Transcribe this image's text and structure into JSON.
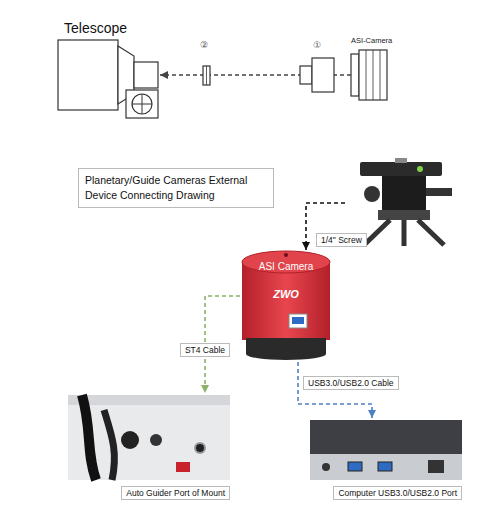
{
  "diagram": {
    "title": "Planetary/Guide Cameras External Device Connecting Drawing",
    "nodes": [
      {
        "text": [
          "Telescope"
        ]
      },
      {
        "text": [
          "ASI-Camera"
        ]
      },
      {
        "text": [
          "ASI Camera"
        ]
      },
      {
        "text": []
      },
      {
        "text": [
          "Auto Guider Port of Mount"
        ]
      },
      {
        "text": [
          "Computer USB3.0/USB2.0 Port"
        ]
      }
    ],
    "edges": [
      {
        "from": 1,
        "to": 0,
        "arrow": "to"
      },
      {
        "from": 3,
        "to": 2,
        "label": "1/4\" Screw",
        "arrow": "to"
      },
      {
        "from": 2,
        "to": 4,
        "label": "ST4 Cable",
        "arrow": "to"
      },
      {
        "from": 2,
        "to": 5,
        "label": "USB3.0/USB2.0 Cable",
        "arrow": "to"
      }
    ],
    "labels": [
      "②",
      "①",
      "ZWO"
    ]
  }
}
